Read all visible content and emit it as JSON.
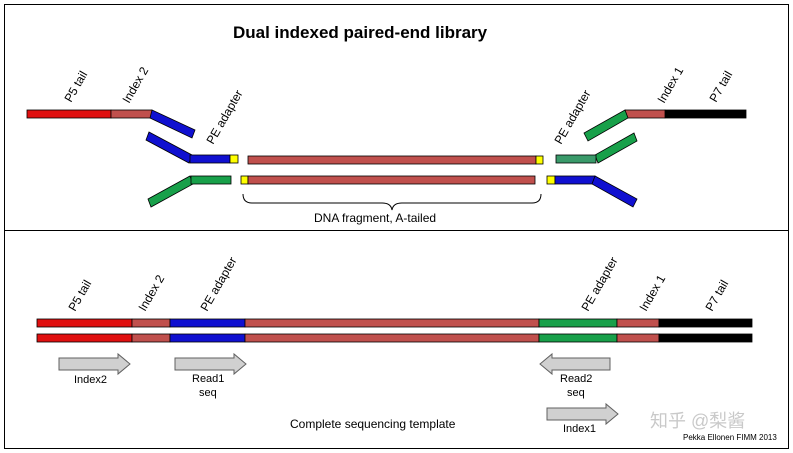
{
  "colors": {
    "red": "#e01010",
    "fragment": "#c0504d",
    "blue": "#1010d0",
    "green": "#18a04a",
    "black": "#000000",
    "yellow": "#ffff00",
    "arrow": "#d0d0d0"
  },
  "top_panel": {
    "title": "Dual indexed paired-end library",
    "p5_tail": "P5 tail",
    "index2": "Index 2",
    "pe_adapter_left": "PE adapter",
    "pe_adapter_right": "PE adapter",
    "index1": "Index 1",
    "p7_tail": "P7 tail",
    "fragment_label": "DNA fragment, A-tailed"
  },
  "bottom_panel": {
    "p5_tail": "P5 tail",
    "index2": "Index 2",
    "pe_adapter_left": "PE adapter",
    "pe_adapter_right": "PE adapter",
    "index1": "Index 1",
    "p7_tail": "P7 tail",
    "read_index2": "Index2",
    "read1_line1": "Read1",
    "read1_line2": "seq",
    "read2_line1": "Read2",
    "read2_line2": "seq",
    "read_index1": "Index1",
    "template_label": "Complete sequencing template"
  },
  "credit": "Pekka Ellonen FIMM 2013",
  "watermark": "知乎 @梨酱"
}
